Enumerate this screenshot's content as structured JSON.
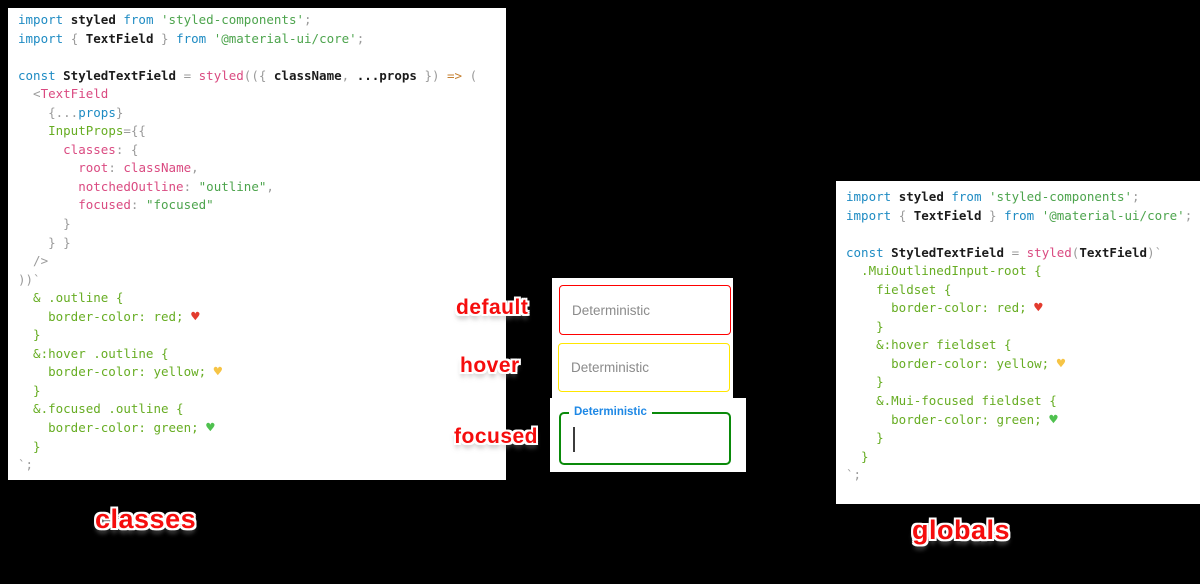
{
  "palette": {
    "kw": "#1e8bc3",
    "id": "#1b1b1b",
    "str": "#4da44d",
    "grn": "#67ad23",
    "pnk": "#da4a81",
    "gry": "#9b9b9b",
    "arw": "#c57f2f",
    "hr": "#e33b2e",
    "hy": "#f6c445",
    "hg": "#4fc14f",
    "label_red": "#f50d0d",
    "border_default": "#ff0000",
    "border_hover": "#ffe600",
    "border_focused": "#0a8a0a",
    "focused_label_blue": "#1e88e5",
    "placeholder_gray": "#8b8b8b"
  },
  "annotations": {
    "default": "default",
    "hover": "hover",
    "focused": "focused",
    "left_caption": "classes",
    "right_caption": "globals"
  },
  "fields": {
    "placeholder": "Deterministic",
    "focused_label": "Deterministic"
  },
  "left_code": {
    "lines": [
      [
        [
          "kw",
          "import "
        ],
        [
          "id",
          "styled "
        ],
        [
          "kw",
          "from "
        ],
        [
          "str",
          "'styled-components'"
        ],
        [
          "gry",
          ";"
        ]
      ],
      [
        [
          "kw",
          "import "
        ],
        [
          "gry",
          "{ "
        ],
        [
          "id",
          "TextField "
        ],
        [
          "gry",
          "} "
        ],
        [
          "kw",
          "from "
        ],
        [
          "str",
          "'@material-ui/core'"
        ],
        [
          "gry",
          ";"
        ]
      ],
      [],
      [
        [
          "kw",
          "const "
        ],
        [
          "id",
          "StyledTextField "
        ],
        [
          "gry",
          "= "
        ],
        [
          "pnk",
          "styled"
        ],
        [
          "gry",
          "(({ "
        ],
        [
          "id",
          "className"
        ],
        [
          "gry",
          ", "
        ],
        [
          "id",
          "...props "
        ],
        [
          "gry",
          "}) "
        ],
        [
          "arw",
          "=> "
        ],
        [
          "gry",
          "("
        ]
      ],
      [
        [
          "gry",
          "  <"
        ],
        [
          "pnk",
          "TextField"
        ]
      ],
      [
        [
          "gry",
          "    {..."
        ],
        [
          "kw",
          "props"
        ],
        [
          "gry",
          "}"
        ]
      ],
      [
        [
          "gry",
          "    "
        ],
        [
          "grn",
          "InputProps"
        ],
        [
          "gry",
          "={{"
        ]
      ],
      [
        [
          "gry",
          "      "
        ],
        [
          "pnk",
          "classes"
        ],
        [
          "gry",
          ": {"
        ]
      ],
      [
        [
          "gry",
          "        "
        ],
        [
          "pnk",
          "root"
        ],
        [
          "gry",
          ": "
        ],
        [
          "pnk",
          "className"
        ],
        [
          "gry",
          ","
        ]
      ],
      [
        [
          "gry",
          "        "
        ],
        [
          "pnk",
          "notchedOutline"
        ],
        [
          "gry",
          ": "
        ],
        [
          "str",
          "\"outline\""
        ],
        [
          "gry",
          ","
        ]
      ],
      [
        [
          "gry",
          "        "
        ],
        [
          "pnk",
          "focused"
        ],
        [
          "gry",
          ": "
        ],
        [
          "str",
          "\"focused\""
        ]
      ],
      [
        [
          "gry",
          "      }"
        ]
      ],
      [
        [
          "gry",
          "    } }"
        ]
      ],
      [
        [
          "gry",
          "  />"
        ]
      ],
      [
        [
          "gry",
          "))`"
        ]
      ],
      [
        [
          "grn",
          "  & .outline {"
        ]
      ],
      [
        [
          "grn",
          "    border-color: red; "
        ],
        [
          "hr",
          "♥"
        ]
      ],
      [
        [
          "grn",
          "  }"
        ]
      ],
      [
        [
          "grn",
          "  &:hover .outline {"
        ]
      ],
      [
        [
          "grn",
          "    border-color: yellow; "
        ],
        [
          "hy",
          "♥"
        ]
      ],
      [
        [
          "grn",
          "  }"
        ]
      ],
      [
        [
          "grn",
          "  &.focused .outline {"
        ]
      ],
      [
        [
          "grn",
          "    border-color: green; "
        ],
        [
          "hg",
          "♥"
        ]
      ],
      [
        [
          "grn",
          "  }"
        ]
      ],
      [
        [
          "gry",
          "`;"
        ]
      ]
    ]
  },
  "right_code": {
    "lines": [
      [
        [
          "kw",
          "import "
        ],
        [
          "id",
          "styled "
        ],
        [
          "kw",
          "from "
        ],
        [
          "str",
          "'styled-components'"
        ],
        [
          "gry",
          ";"
        ]
      ],
      [
        [
          "kw",
          "import "
        ],
        [
          "gry",
          "{ "
        ],
        [
          "id",
          "TextField "
        ],
        [
          "gry",
          "} "
        ],
        [
          "kw",
          "from "
        ],
        [
          "str",
          "'@material-ui/core'"
        ],
        [
          "gry",
          ";"
        ]
      ],
      [],
      [
        [
          "kw",
          "const "
        ],
        [
          "id",
          "StyledTextField "
        ],
        [
          "gry",
          "= "
        ],
        [
          "pnk",
          "styled"
        ],
        [
          "gry",
          "("
        ],
        [
          "id",
          "TextField"
        ],
        [
          "gry",
          ")`"
        ]
      ],
      [
        [
          "grn",
          "  .MuiOutlinedInput-root {"
        ]
      ],
      [
        [
          "grn",
          "    fieldset {"
        ]
      ],
      [
        [
          "grn",
          "      border-color: red; "
        ],
        [
          "hr",
          "♥"
        ]
      ],
      [
        [
          "grn",
          "    }"
        ]
      ],
      [
        [
          "grn",
          "    &:hover fieldset {"
        ]
      ],
      [
        [
          "grn",
          "      border-color: yellow; "
        ],
        [
          "hy",
          "♥"
        ]
      ],
      [
        [
          "grn",
          "    }"
        ]
      ],
      [
        [
          "grn",
          "    &.Mui-focused fieldset {"
        ]
      ],
      [
        [
          "grn",
          "      border-color: green; "
        ],
        [
          "hg",
          "♥"
        ]
      ],
      [
        [
          "grn",
          "    }"
        ]
      ],
      [
        [
          "grn",
          "  }"
        ]
      ],
      [
        [
          "gry",
          "`;"
        ]
      ]
    ]
  }
}
